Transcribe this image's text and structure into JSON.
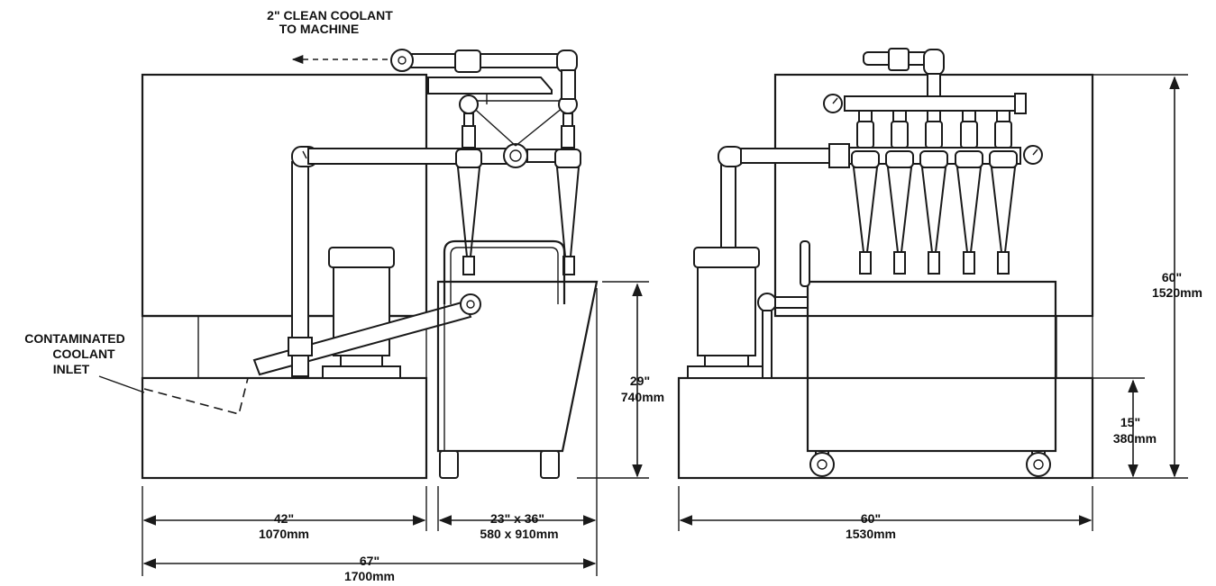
{
  "labels": {
    "clean_coolant_line1": "2\" CLEAN COOLANT",
    "clean_coolant_line2": "TO MACHINE",
    "contaminated_line1": "CONTAMINATED",
    "contaminated_line2": "COOLANT",
    "contaminated_line3": "INLET"
  },
  "dimensions": {
    "base_width_in": "42\"",
    "base_width_mm": "1070mm",
    "cart_size_in": "23\" x 36\"",
    "cart_size_mm": "580 x 910mm",
    "total_width_in": "67\"",
    "total_width_mm": "1700mm",
    "cart_height_in": "29\"",
    "cart_height_mm": "740mm",
    "side_width_in": "60\"",
    "side_width_mm": "1530mm",
    "overall_height_in": "60\"",
    "overall_height_mm": "1520mm",
    "base_height_in": "15\"",
    "base_height_mm": "380mm"
  }
}
